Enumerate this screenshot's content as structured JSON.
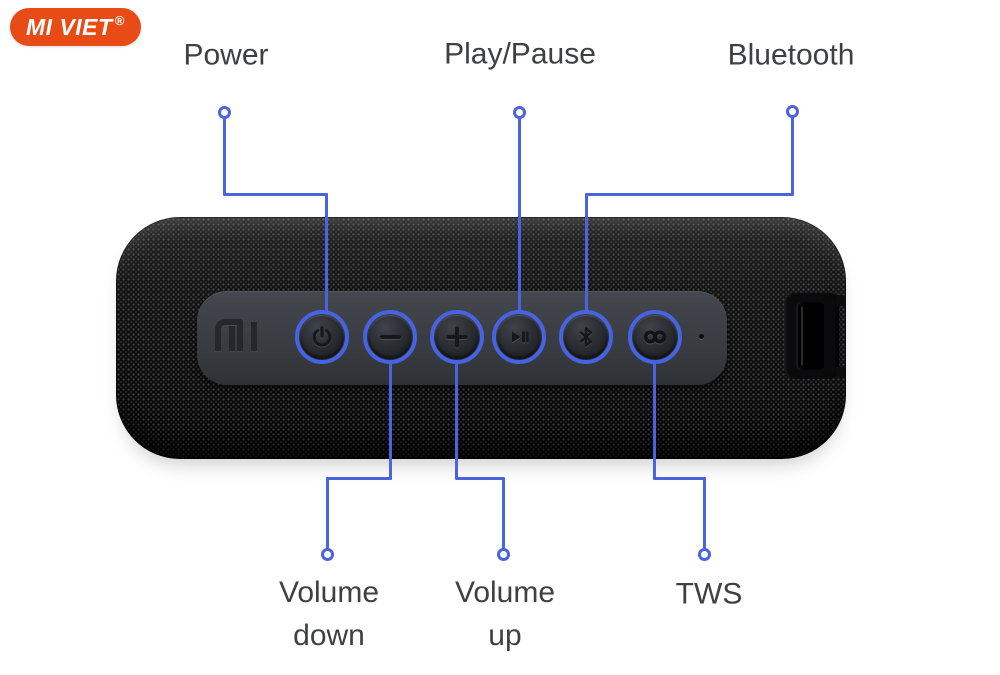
{
  "badge": {
    "label": "MI VIET",
    "registered": "®"
  },
  "callouts": {
    "power": {
      "label": "Power"
    },
    "play_pause": {
      "label": "Play/Pause"
    },
    "bluetooth": {
      "label": "Bluetooth"
    },
    "volume_down": {
      "line1": "Volume",
      "line2": "down"
    },
    "volume_up": {
      "line1": "Volume",
      "line2": "up"
    },
    "tws": {
      "label": "TWS"
    }
  },
  "speaker": {
    "brand": "MI",
    "buttons": [
      {
        "name": "power-button",
        "icon": "power-icon"
      },
      {
        "name": "volume-down-button",
        "icon": "minus-icon"
      },
      {
        "name": "volume-up-button",
        "icon": "plus-icon"
      },
      {
        "name": "play-pause-button",
        "icon": "play-pause-icon"
      },
      {
        "name": "bluetooth-button",
        "icon": "bluetooth-icon"
      },
      {
        "name": "tws-button",
        "icon": "infinity-icon"
      }
    ],
    "other_marks": [
      "mi-logo",
      "microphone-hole",
      "strap-loop"
    ]
  },
  "colors": {
    "accent_blue": "#4A63DF",
    "badge_orange": "#E84B15",
    "label_gray": "#3F4043",
    "speaker_black": "#0A0A0A",
    "panel_gray": "#3B3F45"
  }
}
